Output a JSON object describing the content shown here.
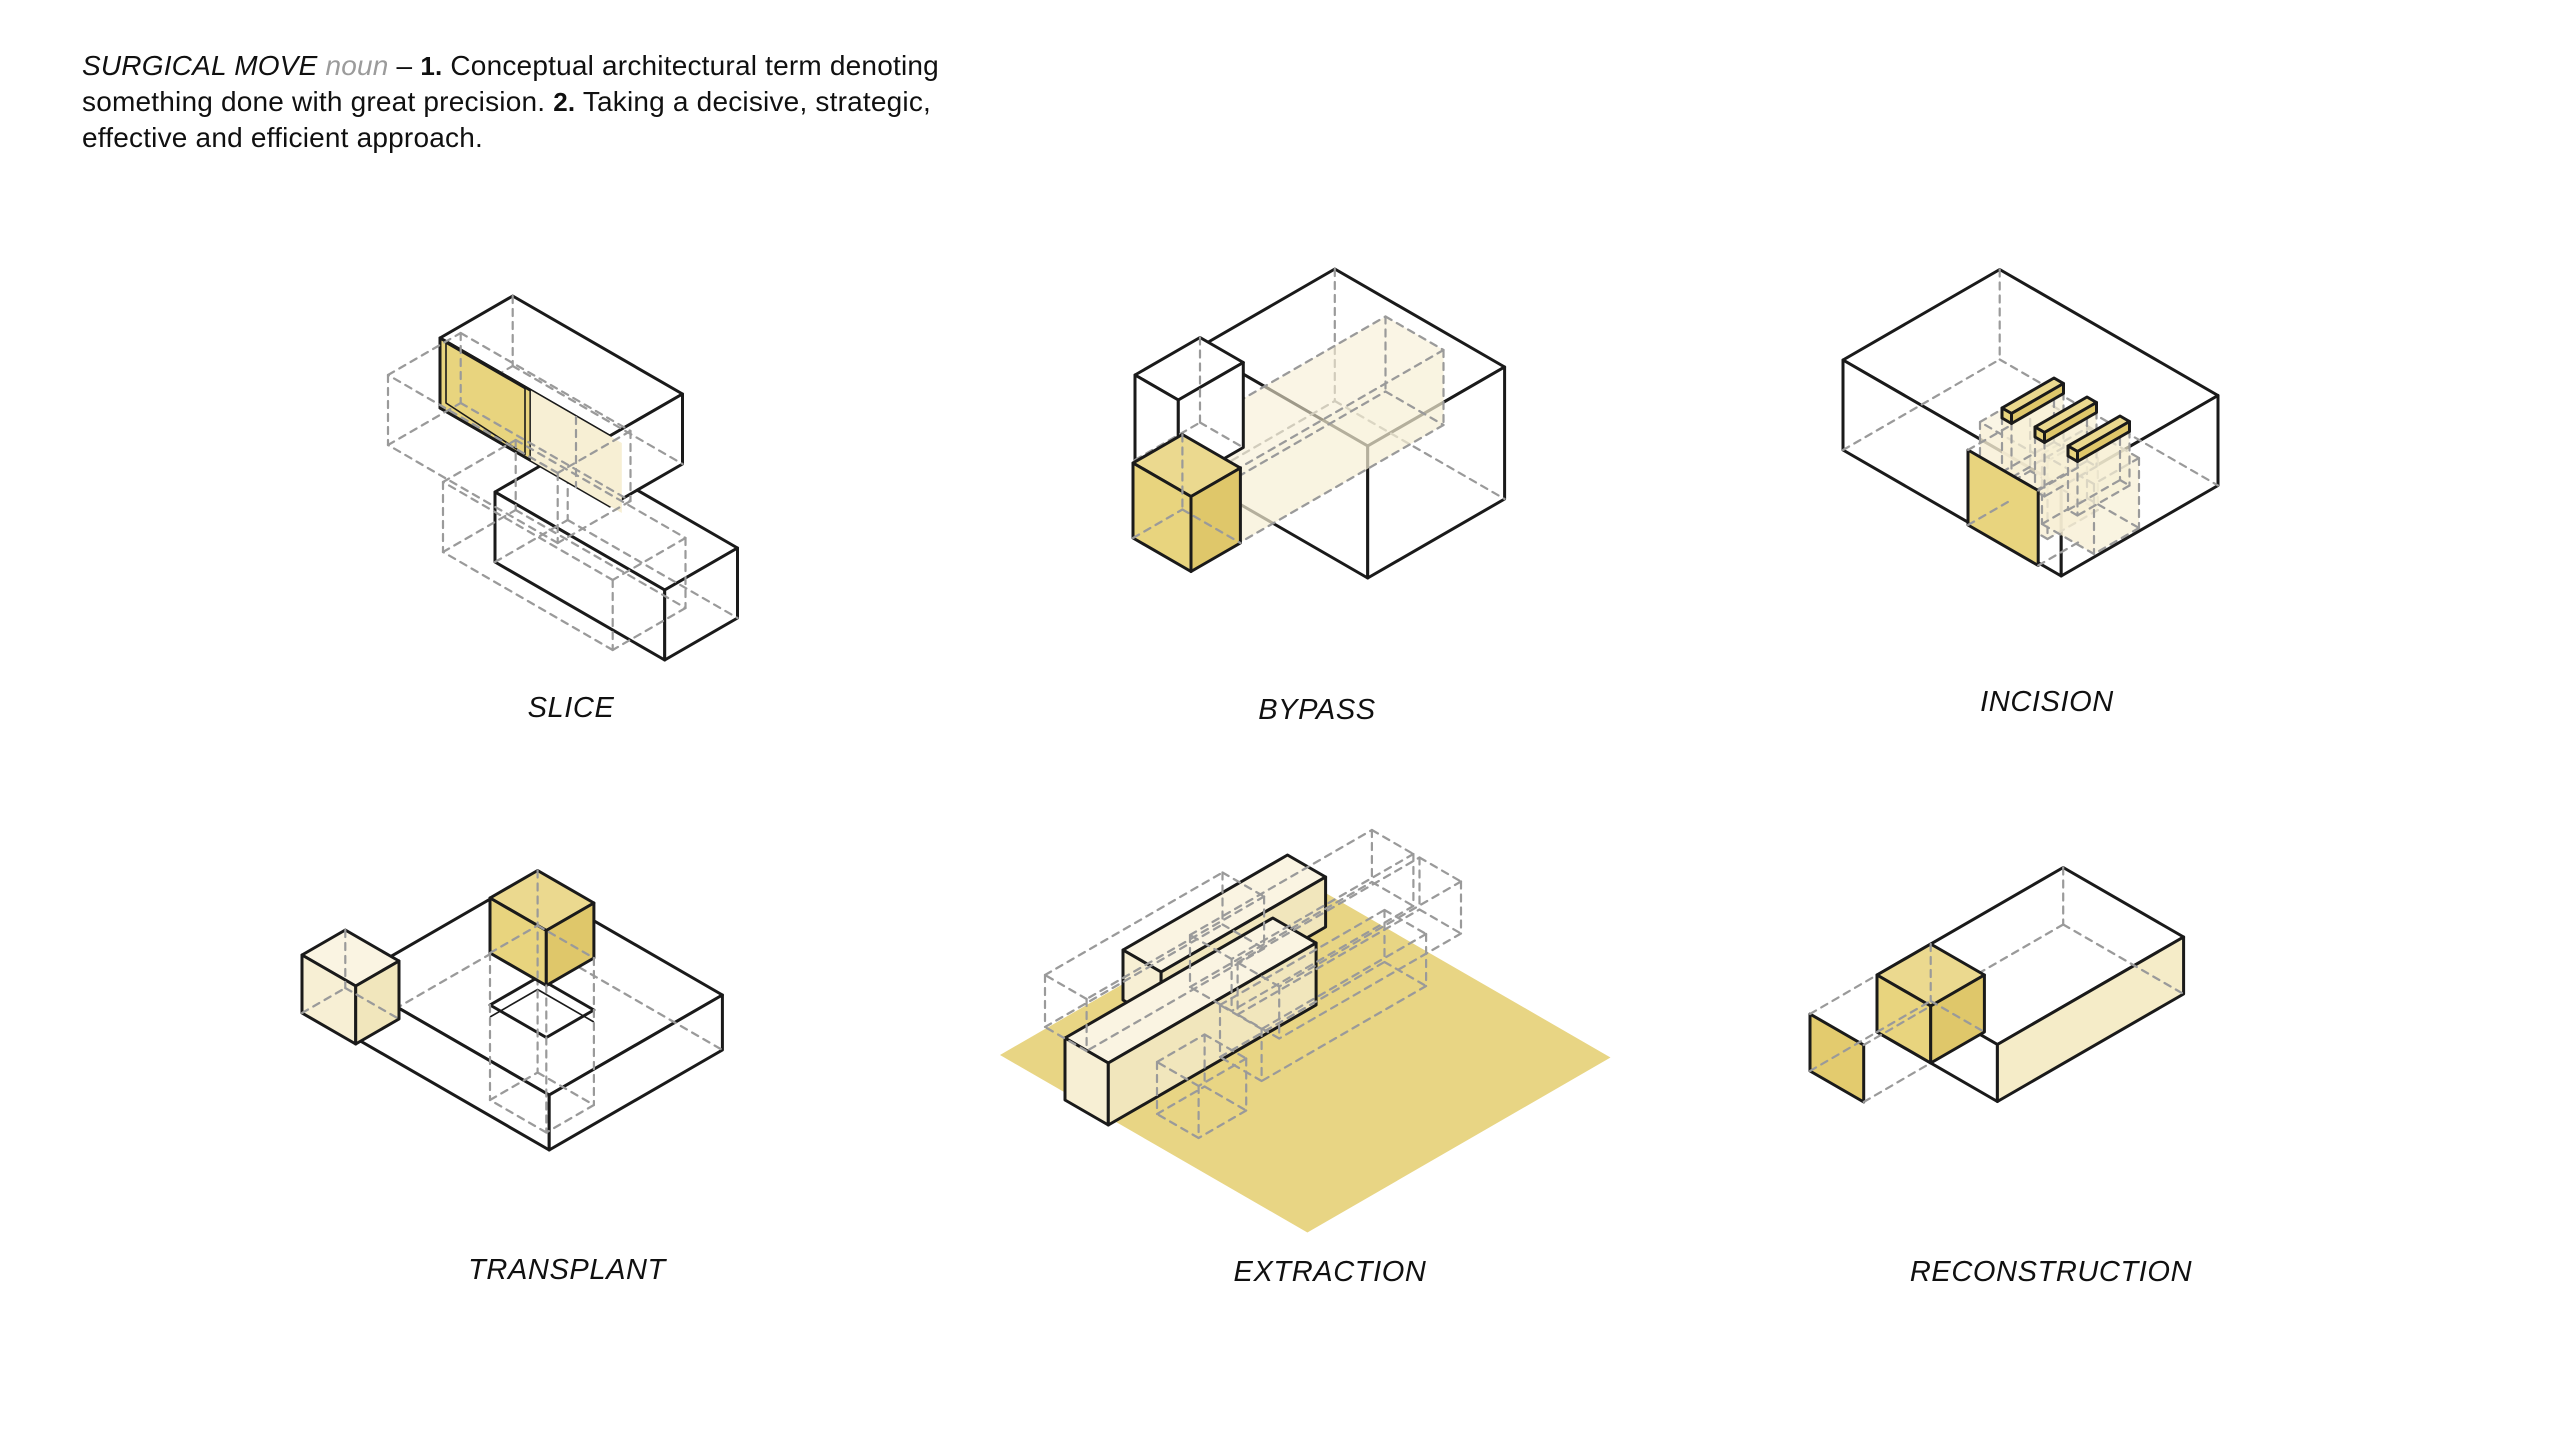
{
  "definition": {
    "term": "SURGICAL MOVE",
    "part_of_speech": "noun",
    "separator": "–",
    "senses": [
      {
        "num": "1.",
        "line1": "Conceptual architectural term denoting",
        "line2": "something done with great precision."
      },
      {
        "num": "2.",
        "line1": "Taking a decisive, strategic,",
        "line2": "effective and efficient approach."
      }
    ]
  },
  "panels": {
    "slice": {
      "label": "SLICE"
    },
    "bypass": {
      "label": "BYPASS"
    },
    "incision": {
      "label": "INCISION"
    },
    "transplant": {
      "label": "TRANSPLANT"
    },
    "extraction": {
      "label": "EXTRACTION"
    },
    "reconstruction": {
      "label": "RECONSTRUCTION"
    }
  },
  "colors": {
    "outline": "#1a1a1a",
    "dashed": "#9a9a9a",
    "text": "#101010",
    "noun_gray": "#9b9b9b",
    "highlight": "#E8D47E",
    "highlight_top": "#EBD98F",
    "highlight_dark": "#DFC76A",
    "highlight_deep": "#E3CB6E",
    "pale": "#F7EFD4",
    "pale_top": "#FAF4E2",
    "pale_dark": "#F1E6BC",
    "plane": "#E8D584",
    "box_pale_side": "#F5ECC8",
    "white": "#ffffff"
  }
}
